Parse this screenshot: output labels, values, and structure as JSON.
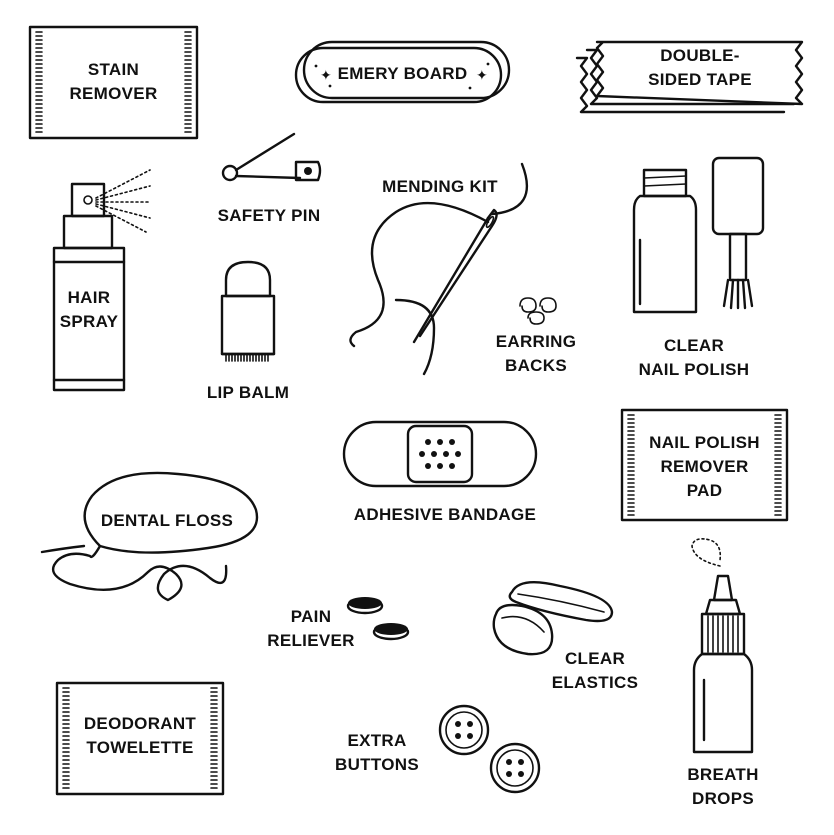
{
  "items": {
    "stain_remover": "STAIN\nREMOVER",
    "emery_board": "EMERY BOARD",
    "double_sided_tape": "DOUBLE-\nSIDED TAPE",
    "safety_pin": "SAFETY PIN",
    "mending_kit": "MENDING KIT",
    "hair_spray": "HAIR\nSPRAY",
    "lip_balm": "LIP BALM",
    "earring_backs": "EARRING\nBACKS",
    "clear_nail_polish": "CLEAR\nNAIL POLISH",
    "adhesive_bandage": "ADHESIVE BANDAGE",
    "nail_polish_remover_pad": "NAIL POLISH\nREMOVER\nPAD",
    "dental_floss": "DENTAL FLOSS",
    "pain_reliever": "PAIN\nRELIEVER",
    "clear_elastics": "CLEAR\nELASTICS",
    "deodorant_towelette": "DEODORANT\nTOWELETTE",
    "extra_buttons": "EXTRA\nBUTTONS",
    "breath_drops": "BREATH\nDROPS"
  }
}
